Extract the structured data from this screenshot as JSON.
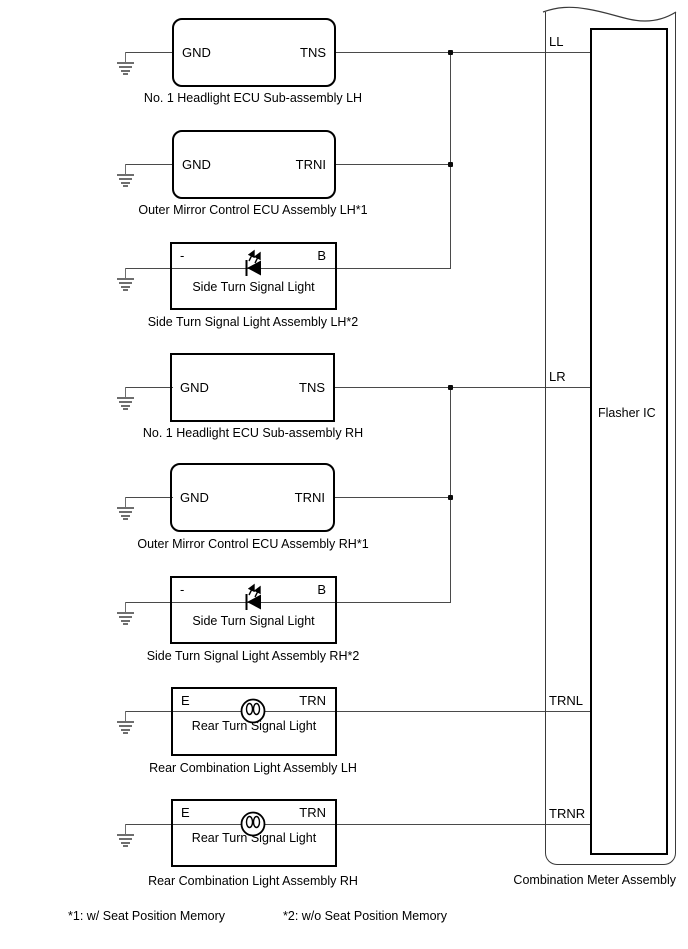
{
  "diagram": {
    "components": [
      {
        "terminal_left": "GND",
        "terminal_right": "TNS",
        "caption": "No. 1 Headlight ECU Sub-assembly LH"
      },
      {
        "terminal_left": "GND",
        "terminal_right": "TRNI",
        "caption": "Outer Mirror Control ECU Assembly LH*1"
      },
      {
        "terminal_left": "-",
        "terminal_right": "B",
        "inner_label": "Side Turn Signal Light",
        "caption": "Side Turn Signal Light Assembly LH*2"
      },
      {
        "terminal_left": "GND",
        "terminal_right": "TNS",
        "caption": "No. 1 Headlight ECU Sub-assembly RH"
      },
      {
        "terminal_left": "GND",
        "terminal_right": "TRNI",
        "caption": "Outer Mirror Control ECU Assembly RH*1"
      },
      {
        "terminal_left": "-",
        "terminal_right": "B",
        "inner_label": "Side Turn Signal Light",
        "caption": "Side Turn Signal Light Assembly RH*2"
      },
      {
        "terminal_left": "E",
        "terminal_right": "TRN",
        "inner_label": "Rear Turn Signal Light",
        "caption": "Rear Combination Light Assembly LH"
      },
      {
        "terminal_left": "E",
        "terminal_right": "TRN",
        "inner_label": "Rear Turn Signal Light",
        "caption": "Rear Combination Light Assembly RH"
      }
    ],
    "meter": {
      "pin_ll": "LL",
      "pin_lr": "LR",
      "pin_trnl": "TRNL",
      "pin_trnr": "TRNR",
      "ic_label": "Flasher IC",
      "caption": "Combination Meter Assembly"
    },
    "footnotes": {
      "note1": "*1: w/ Seat Position Memory",
      "note2": "*2: w/o Seat Position Memory"
    },
    "colors": {
      "wire": "#4a4a4a",
      "border": "#000000",
      "background": "#ffffff"
    }
  }
}
